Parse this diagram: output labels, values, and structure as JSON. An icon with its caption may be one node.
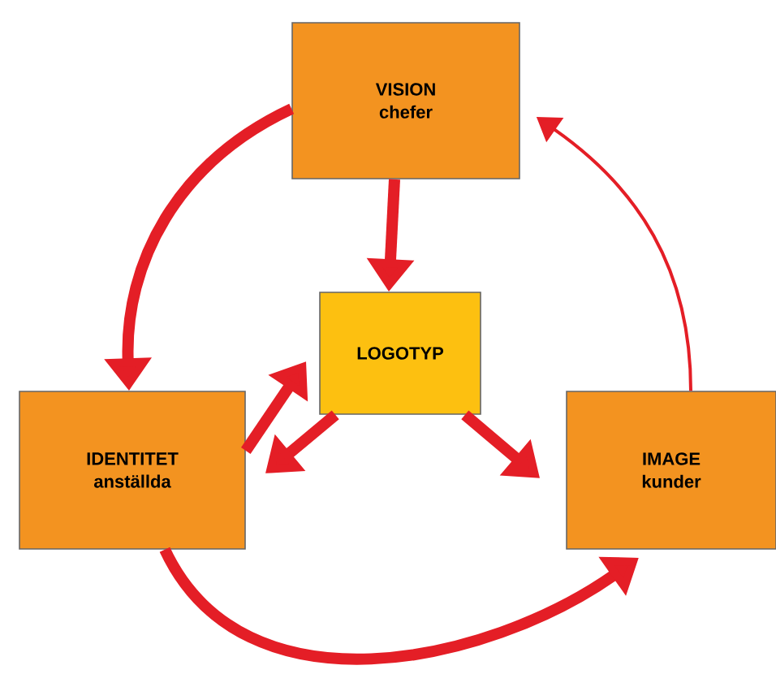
{
  "diagram": {
    "nodes": [
      {
        "text": [
          "VISION",
          "chefer"
        ]
      },
      {
        "text": [
          "LOGOTYP"
        ]
      },
      {
        "text": [
          "IDENTITET",
          "anställda"
        ]
      },
      {
        "text": [
          "IMAGE",
          "kunder"
        ]
      }
    ],
    "edges": [
      {
        "from": 0,
        "to": 2,
        "arrow": "to"
      },
      {
        "from": 0,
        "to": 1,
        "arrow": "to"
      },
      {
        "from": 2,
        "to": 1,
        "arrow": "to"
      },
      {
        "from": 1,
        "to": 2,
        "arrow": "to"
      },
      {
        "from": 1,
        "to": 3,
        "arrow": "to"
      },
      {
        "from": 3,
        "to": 0,
        "arrow": "to"
      },
      {
        "from": 2,
        "to": 3,
        "arrow": "to"
      }
    ]
  }
}
